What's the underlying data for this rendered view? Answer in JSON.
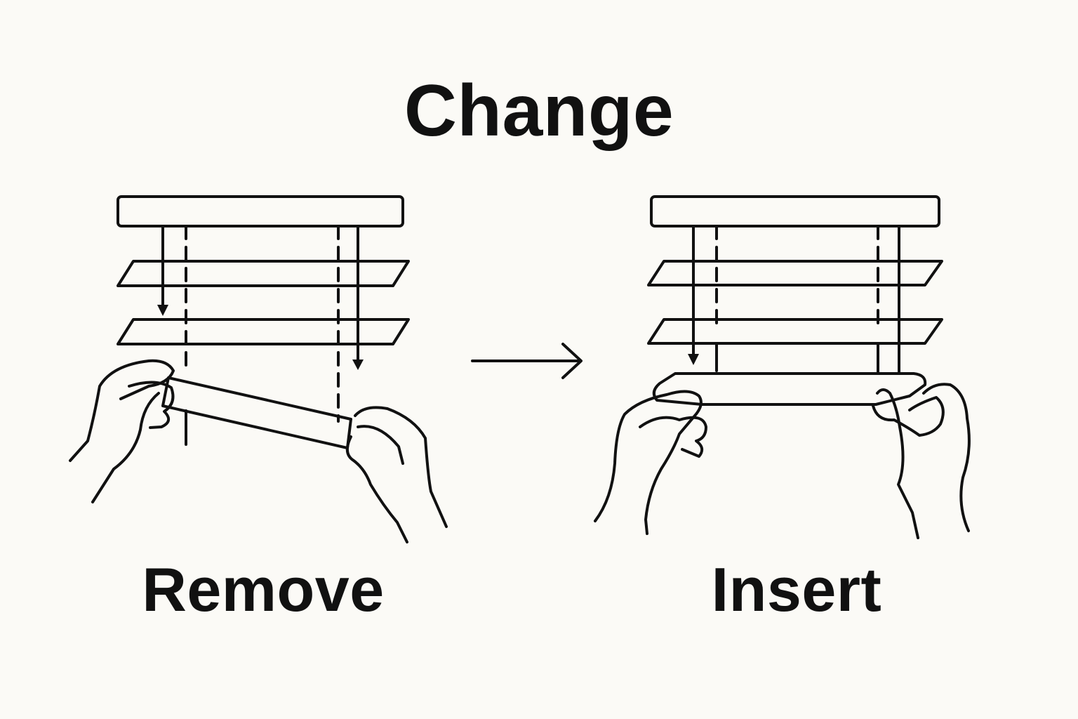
{
  "title": "Change",
  "steps": [
    {
      "label": "Remove"
    },
    {
      "label": "Insert"
    }
  ],
  "icons": {
    "left_panel": "blind-with-hands-icon",
    "right_panel": "blind-with-hands-icon",
    "transition": "arrow-right-icon"
  },
  "colors": {
    "background": "#fbfaf6",
    "ink": "#111111"
  }
}
